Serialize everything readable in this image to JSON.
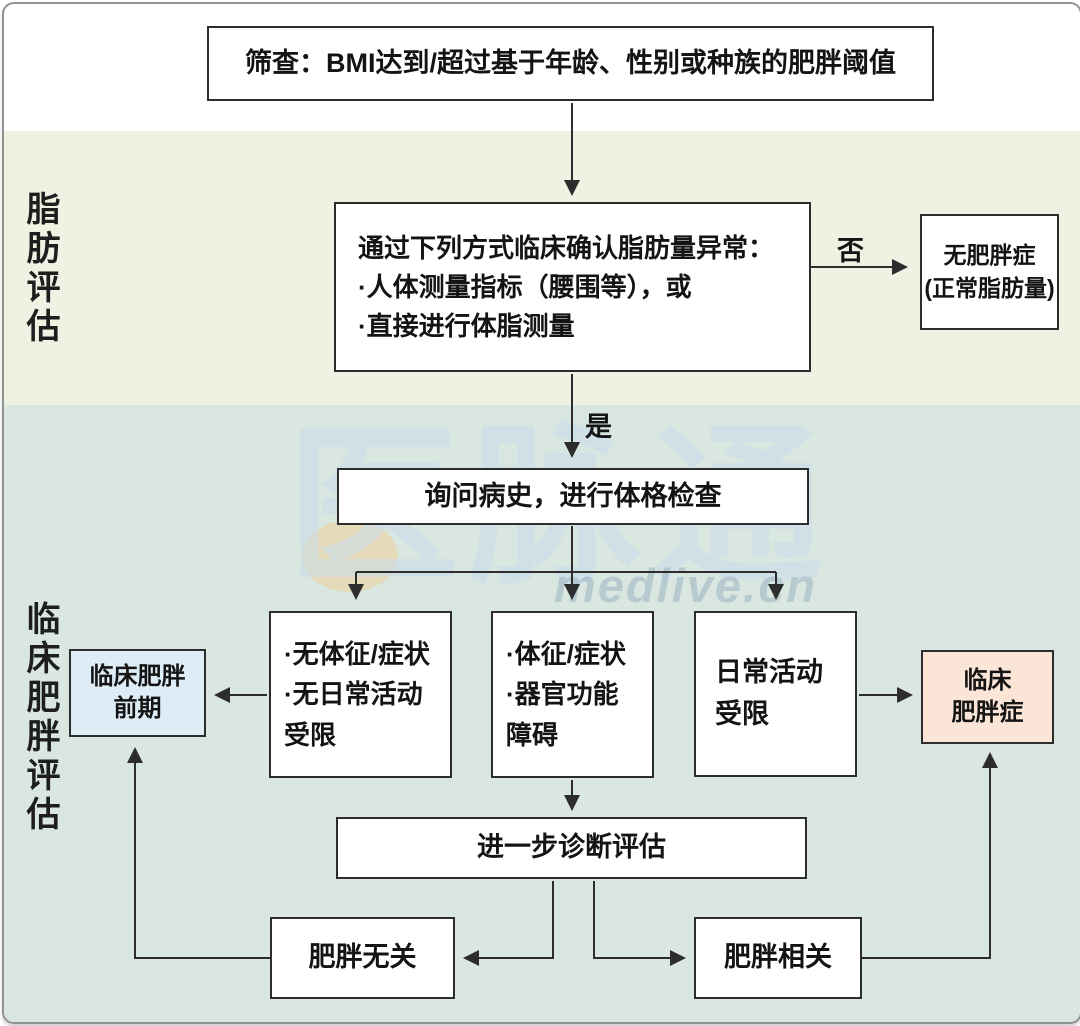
{
  "sections": {
    "fat": "脂肪评估",
    "clinical": "临床肥胖评估"
  },
  "nodes": {
    "screening": "筛查：BMI达到/超过基于年龄、性别或种族的肥胖阈值",
    "confirm": "通过下列方式临床确认脂肪量异常：\n·人体测量指标（腰围等），或\n·直接进行体脂测量",
    "no_obesity": "无肥胖症\n(正常脂肪量)",
    "history": "询问病史，进行体格检查",
    "no_signs": "·无体征/症状\n·无日常活动\n受限",
    "signs": "·体征/症状\n·器官功能\n障碍",
    "daily_limited": "日常活动\n受限",
    "pre_obesity": "临床肥胖\n前期",
    "obesity": "临床\n肥胖症",
    "further": "进一步诊断评估",
    "unrelated": "肥胖无关",
    "related": "肥胖相关"
  },
  "edge_labels": {
    "no": "否",
    "yes": "是"
  },
  "watermark": {
    "logo": "医脉通",
    "url": "medlive.cn"
  },
  "colors": {
    "band_fat": "#edf2e2",
    "band_clinical": "#d9e7e0",
    "node_border": "#2d2d2d",
    "pre_obesity_fill": "#ddecf5",
    "obesity_fill": "#fbe5d6",
    "arrow": "#2d2d2d"
  }
}
